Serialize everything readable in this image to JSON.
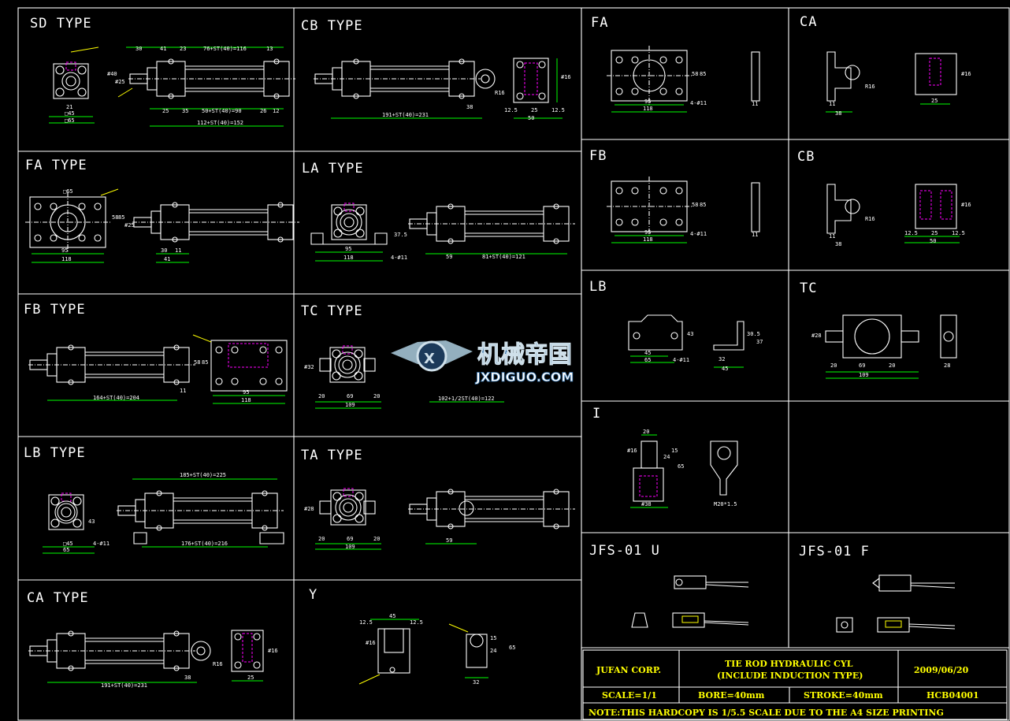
{
  "panels": {
    "sd": "SD TYPE",
    "cb": "CB TYPE",
    "fa": "FA TYPE",
    "la": "LA TYPE",
    "fb": "FB TYPE",
    "tc": "TC TYPE",
    "lb": "LB TYPE",
    "ta": "TA TYPE",
    "ca": "CA TYPE",
    "y": "Y",
    "r_fa": "FA",
    "r_ca": "CA",
    "r_fb": "FB",
    "r_cb": "CB",
    "r_lb": "LB",
    "r_tc": "TC",
    "r_i": "I",
    "r_jfsu": "JFS-01 U",
    "r_jfsf": "JFS-01 F"
  },
  "dims": {
    "sd": [
      "30",
      "41",
      "23",
      "76+ST(40)=116",
      "13",
      "21",
      "□45",
      "□65",
      "25",
      "35",
      "50+ST(40)=90",
      "26",
      "12",
      "112+ST(40)=152",
      "#40",
      "#25"
    ],
    "cb": [
      "191+ST(40)=231",
      "38",
      "R16",
      "12.5",
      "25",
      "12.5",
      "50",
      "#16"
    ],
    "fa": [
      "□65",
      "95",
      "118",
      "#25",
      "30",
      "11",
      "41",
      "58",
      "85"
    ],
    "la": [
      "95",
      "118",
      "4-#11",
      "37.5",
      "59",
      "81+ST(40)=121"
    ],
    "fb": [
      "164+ST(40)=204",
      "95",
      "118",
      "11",
      "58",
      "85"
    ],
    "tc": [
      "20",
      "69",
      "20",
      "109",
      "#32",
      "102+1/2ST(40)=122"
    ],
    "lb": [
      "185+ST(40)=225",
      "□45",
      "65",
      "4-#11",
      "176+ST(40)=216",
      "43"
    ],
    "ta": [
      "20",
      "69",
      "20",
      "109",
      "#28",
      "59"
    ],
    "ca": [
      "191+ST(40)=231",
      "38",
      "R16",
      "25",
      "#16"
    ],
    "y": [
      "45",
      "12.5",
      "12.5",
      "#16",
      "24",
      "15",
      "32",
      "65"
    ],
    "r_fa": [
      "95",
      "118",
      "4-#11",
      "58",
      "85",
      "11"
    ],
    "r_ca": [
      "11",
      "38",
      "R16",
      "25",
      "#16"
    ],
    "r_fb": [
      "95",
      "118",
      "4-#11",
      "58",
      "85",
      "11"
    ],
    "r_cb": [
      "11",
      "38",
      "R16",
      "12.5",
      "25",
      "12.5",
      "50",
      "#16"
    ],
    "r_lb": [
      "45",
      "65",
      "4-#11",
      "32",
      "45",
      "43",
      "30.5",
      "37"
    ],
    "r_tc": [
      "20",
      "69",
      "20",
      "109",
      "#28",
      "28"
    ],
    "r_i": [
      "20",
      "#16",
      "24",
      "15",
      "65",
      "#38",
      "M20*1.5"
    ]
  },
  "title_block": {
    "company": "JUFAN CORP.",
    "title_line1": "TIE ROD HYDRAULIC CYL",
    "title_line2": "(INCLUDE INDUCTION TYPE)",
    "date": "2009/06/20",
    "scale": "SCALE=1/1",
    "bore": "BORE=40mm",
    "stroke": "STROKE=40mm",
    "code": "HCB04001",
    "note": "NOTE:THIS HARDCOPY IS 1/5.5 SCALE DUE TO THE A4 SIZE PRINTING"
  },
  "watermark": {
    "cn": "机械帝国",
    "en": "JXDIGUO.COM"
  },
  "colors": {
    "frame": "#ffffff",
    "dimension": "#00ff00",
    "hidden": "#ff00ff",
    "titleblock": "#ffff00"
  }
}
